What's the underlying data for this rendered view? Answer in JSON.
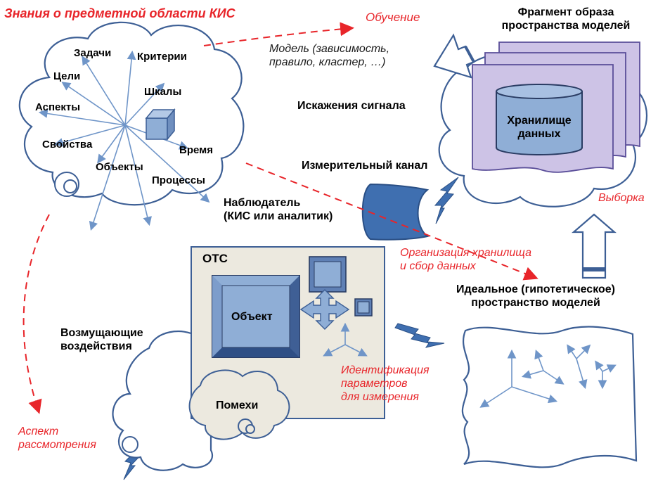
{
  "title": "Знания о предметной области КИС",
  "labels": {
    "learning": "Обучение",
    "fragment_line1": "Фрагмент образа",
    "fragment_line2": "пространства моделей",
    "model_line1": "Модель (зависимость,",
    "model_line2": "правило, кластер, …)",
    "distortion": "Искажения сигнала",
    "storage_line1": "Хранилище",
    "storage_line2": "данных",
    "channel": "Измерительный канал",
    "sampling": "Выборка",
    "observer_line1": "Наблюдатель",
    "observer_line2": "(КИС или аналитик)",
    "org_line1": "Организация хранилища",
    "org_line2": "и сбор данных",
    "ideal_line1": "Идеальное (гипотетическое)",
    "ideal_line2": "пространство моделей",
    "ots": "ОТС",
    "object": "Объект",
    "disturb_line1": "Возмущающие",
    "disturb_line2": "воздействия",
    "ident_line1": "Идентификация",
    "ident_line2": "параметров",
    "ident_line3": "для измерения",
    "noise": "Помехи",
    "aspect_line1": "Аспект",
    "aspect_line2": "рассмотрения"
  },
  "cloud_terms": [
    "Задачи",
    "Критерии",
    "Цели",
    "Шкалы",
    "Аспекты",
    "Свойства",
    "Время",
    "Объекты",
    "Процессы"
  ],
  "colors": {
    "accent_red": "#e8252a",
    "line_blue": "#3d5f95",
    "arrow_blue": "#6f95c8",
    "box_blue": "#8faed6",
    "sheet_lavender": "#cdc3e6",
    "ots_fill": "#ece9df",
    "channel_blue": "#3f6fb0"
  }
}
